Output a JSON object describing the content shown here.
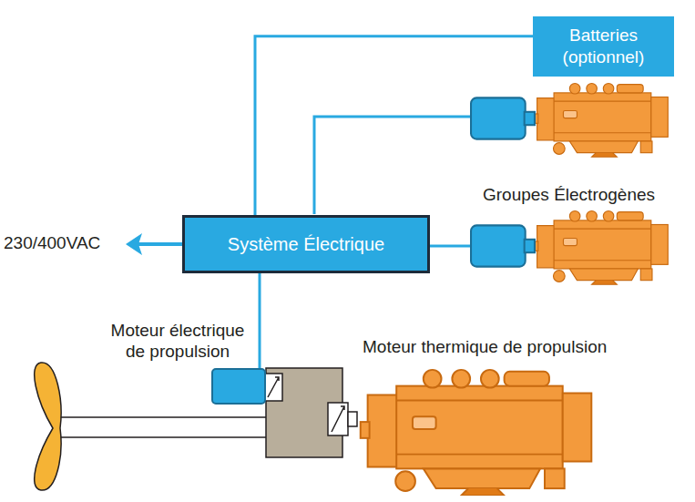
{
  "diagram": {
    "nodes": [
      {
        "text": [
          "Batteries (optionnel)"
        ]
      },
      {
        "text": [
          "Système Électrique"
        ]
      },
      {
        "text": [
          "Moteur électrique de propulsion"
        ]
      }
    ],
    "edges": [
      {
        "from": 0,
        "to": 1,
        "arrow": "none"
      },
      {
        "from": 1,
        "to": 2,
        "arrow": "none"
      }
    ],
    "labels": [
      "230/400VAC",
      "Groupes Électrogènes",
      "Moteur thermique de propulsion"
    ]
  }
}
